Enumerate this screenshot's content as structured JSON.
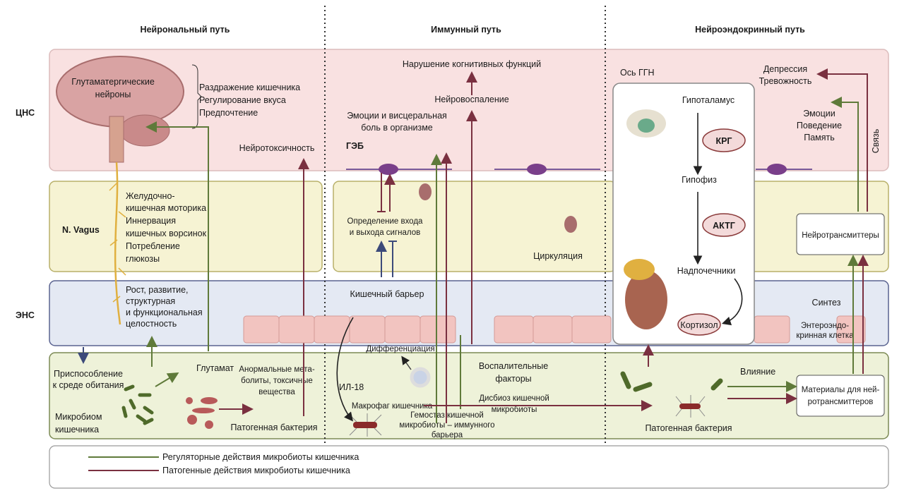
{
  "headers": {
    "neuronal": "Нейрональный путь",
    "immune": "Иммунный путь",
    "neuroendocrine": "Нейроэндокринный путь"
  },
  "rows": {
    "cns": "ЦНС",
    "vagus": "N. Vagus",
    "ens": "ЭНС"
  },
  "neuronal": {
    "glut_neurons": [
      "Глутаматергические",
      "нейроны"
    ],
    "effects": [
      "Раздражение кишечника",
      "Регулирование вкуса",
      "Предпочтение"
    ],
    "neurotoxicity": "Нейротоксичность",
    "vagus_effects": [
      "Желудочно-",
      "кишечная моторика",
      "Иннервация",
      "кишечных ворсинок",
      "Потребление",
      "глюкозы"
    ],
    "ens_effects": [
      "Рост, развитие,",
      "структурная",
      "и функциональная",
      "целостность"
    ],
    "adaptation": [
      "Приспособление",
      "к среде обитания"
    ],
    "glutamate": "Глутамат",
    "metabolites": [
      "Анормальные мета-",
      "болиты, токсичные",
      "вещества"
    ],
    "microbiome": [
      "Микробиом",
      "кишечника"
    ],
    "pathogen": "Патогенная бактерия"
  },
  "immune": {
    "cognitive": "Нарушение когнитивных функций",
    "neuroinflammation": "Нейровоспаление",
    "emotions": [
      "Эмоции и висцеральная",
      "боль в организме"
    ],
    "bbb": "ГЭБ",
    "signals": [
      "Определение входа",
      "и выхода сигналов"
    ],
    "circulation": "Циркуляция",
    "gut_barrier": "Кишечный барьер",
    "differentiation": "Дифференциация",
    "il18": "ИЛ-18",
    "inflammatory": [
      "Воспалительные",
      "факторы"
    ],
    "dysbiosis": [
      "Дисбиоз кишечной",
      "микробиоты"
    ],
    "macrophage": "Макрофаг кишечника",
    "homeostasis": [
      "Гемостаз кишечной",
      "микробиоты – иммунного",
      "барьера"
    ]
  },
  "neuroendocrine": {
    "hpa": "Ось ГГН",
    "hypothalamus": "Гипоталамус",
    "crh": "КРГ",
    "pituitary": "Гипофиз",
    "acth": "АКТГ",
    "adrenals": "Надпочечники",
    "cortisol": "Кортизол",
    "depression": [
      "Депрессия",
      "Тревожность"
    ],
    "behavior": [
      "Эмоции",
      "Поведение",
      "Память"
    ],
    "link": "Связь",
    "neurotransmitters": "Нейротрансмиттеры",
    "synthesis": "Синтез",
    "enteroendocrine": [
      "Энтероэндо-",
      "кринная клетка"
    ],
    "influence": "Влияние",
    "materials": [
      "Материалы для ней-",
      "ротрансмиттеров"
    ],
    "pathogen": "Патогенная бактерия"
  },
  "legend": {
    "regulatory": "Регуляторные действия микробиоты кишечника",
    "pathogenic": "Патогенные действия микробиоты кишечника"
  },
  "colors": {
    "regulatory": "#5f7a3a",
    "pathogenic": "#7a3040",
    "cns_band": "#f9e1e1",
    "vagus_band": "#f6f3d3",
    "ens_band": "#e4e9f3",
    "microbiome_band": "#eef2d9"
  }
}
